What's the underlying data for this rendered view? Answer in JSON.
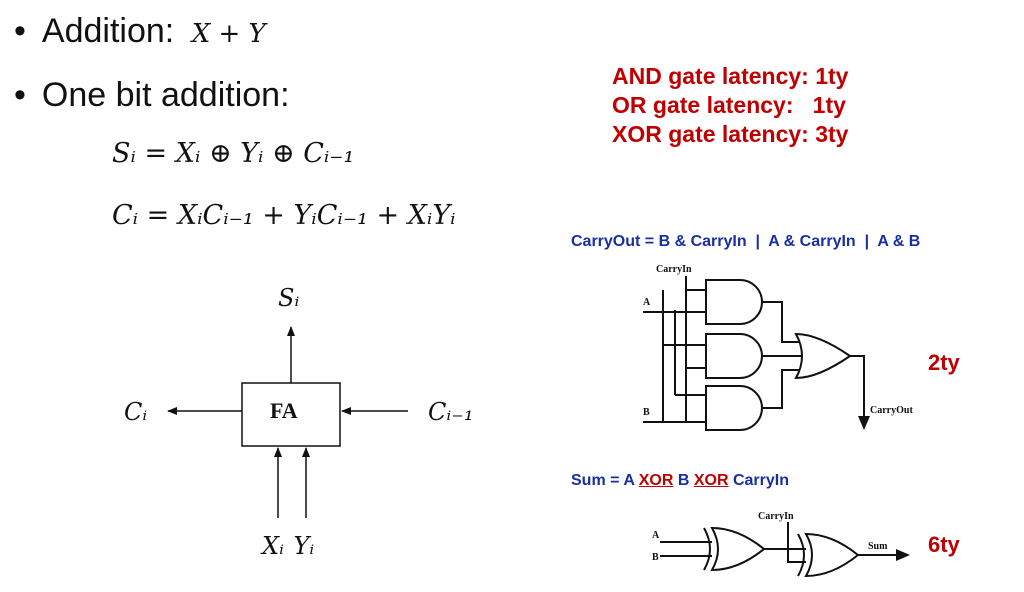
{
  "bullets": {
    "addition_label": "Addition:",
    "addition_expr": "X + Y",
    "one_bit_label": "One bit addition:",
    "bullet_char": "•"
  },
  "equations": {
    "sum": "Sᵢ = Xᵢ ⊕ Yᵢ ⊕ Cᵢ₋₁",
    "carry": "Cᵢ = XᵢCᵢ₋₁ + YᵢCᵢ₋₁ + XᵢYᵢ"
  },
  "latency": {
    "and": "AND gate latency: 1ty",
    "or": "OR gate latency:   1ty",
    "xor": "XOR gate latency: 3ty"
  },
  "full_adder": {
    "block_label": "FA",
    "sum_out": "Sᵢ",
    "carry_out": "Cᵢ",
    "carry_in": "Cᵢ₋₁",
    "inputs": "Xᵢ Yᵢ"
  },
  "carry_circuit": {
    "formula": "CarryOut = B & CarryIn  |  A & CarryIn  |  A & B",
    "carry_in_label": "CarryIn",
    "input_a": "A",
    "input_b": "B",
    "output_label": "CarryOut",
    "latency": "2ty"
  },
  "sum_circuit": {
    "formula_prefix": "Sum = A ",
    "xor1": "XOR",
    "formula_mid": " B ",
    "xor2": "XOR",
    "formula_suffix": " CarryIn",
    "carry_in_label": "CarryIn",
    "input_a": "A",
    "input_b": "B",
    "output_label": "Sum",
    "latency": "6ty"
  },
  "colors": {
    "latency_red": "#c00000",
    "formula_blue": "#1a2fa0"
  }
}
